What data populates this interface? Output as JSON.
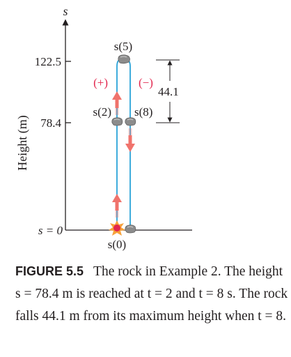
{
  "diagram": {
    "axis": {
      "variable": "s",
      "label": "Height (m)",
      "ticks": [
        "122.5",
        "78.4",
        "s = 0"
      ]
    },
    "points": {
      "top": "s(5)",
      "left_mid": "s(2)",
      "right_mid": "s(8)",
      "bottom": "s(0)"
    },
    "signs": {
      "up": "(+)",
      "down": "(−)"
    },
    "drop": "44.1"
  },
  "caption": {
    "label": "FIGURE 5.5",
    "text": "The rock in Example 2. The height s = 78.4 m is reached at t = 2 and t = 8 s. The rock falls 44.1 m from its maximum height when t = 8."
  },
  "colors": {
    "path": "#2aa3d9",
    "arrow": "#f0736c",
    "sign": "#e2264d",
    "rock": "#8c8c8c",
    "ink": "#231f20"
  }
}
